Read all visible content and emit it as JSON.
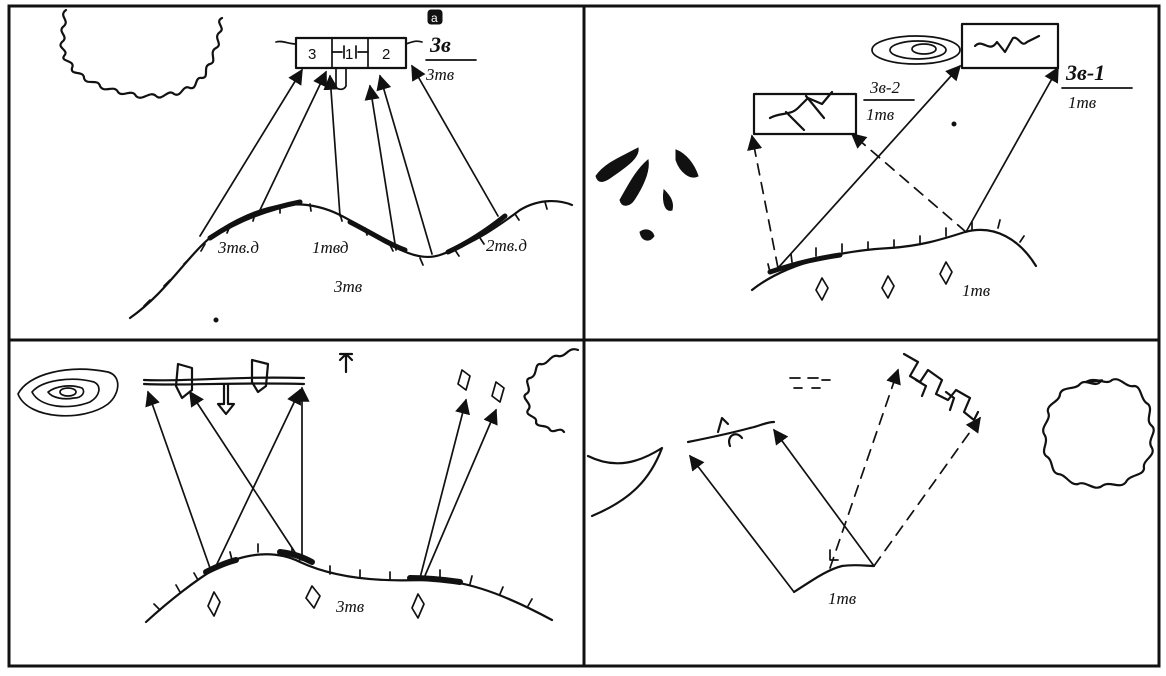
{
  "panel_a": {
    "corner_mark": "а",
    "box_cells": [
      "3",
      "1",
      "2"
    ],
    "label_top_num": "3в",
    "label_top_den": "3тв",
    "label_left": "3тв.д",
    "label_mid": "1твд",
    "label_right": "2тв.д",
    "label_bottom": "3тв"
  },
  "panel_b": {
    "label_right_num": "3в-1",
    "label_right_den": "1тв",
    "label_mid_num": "3в-2",
    "label_mid_den": "1тв",
    "label_bottom": "1тв"
  },
  "panel_c": {
    "label_bottom": "3тв"
  },
  "panel_d": {
    "label_bottom": "1тв"
  },
  "icons": {
    "mark": "ridge-tick",
    "target": "fortification",
    "post": "observer-diamond"
  }
}
